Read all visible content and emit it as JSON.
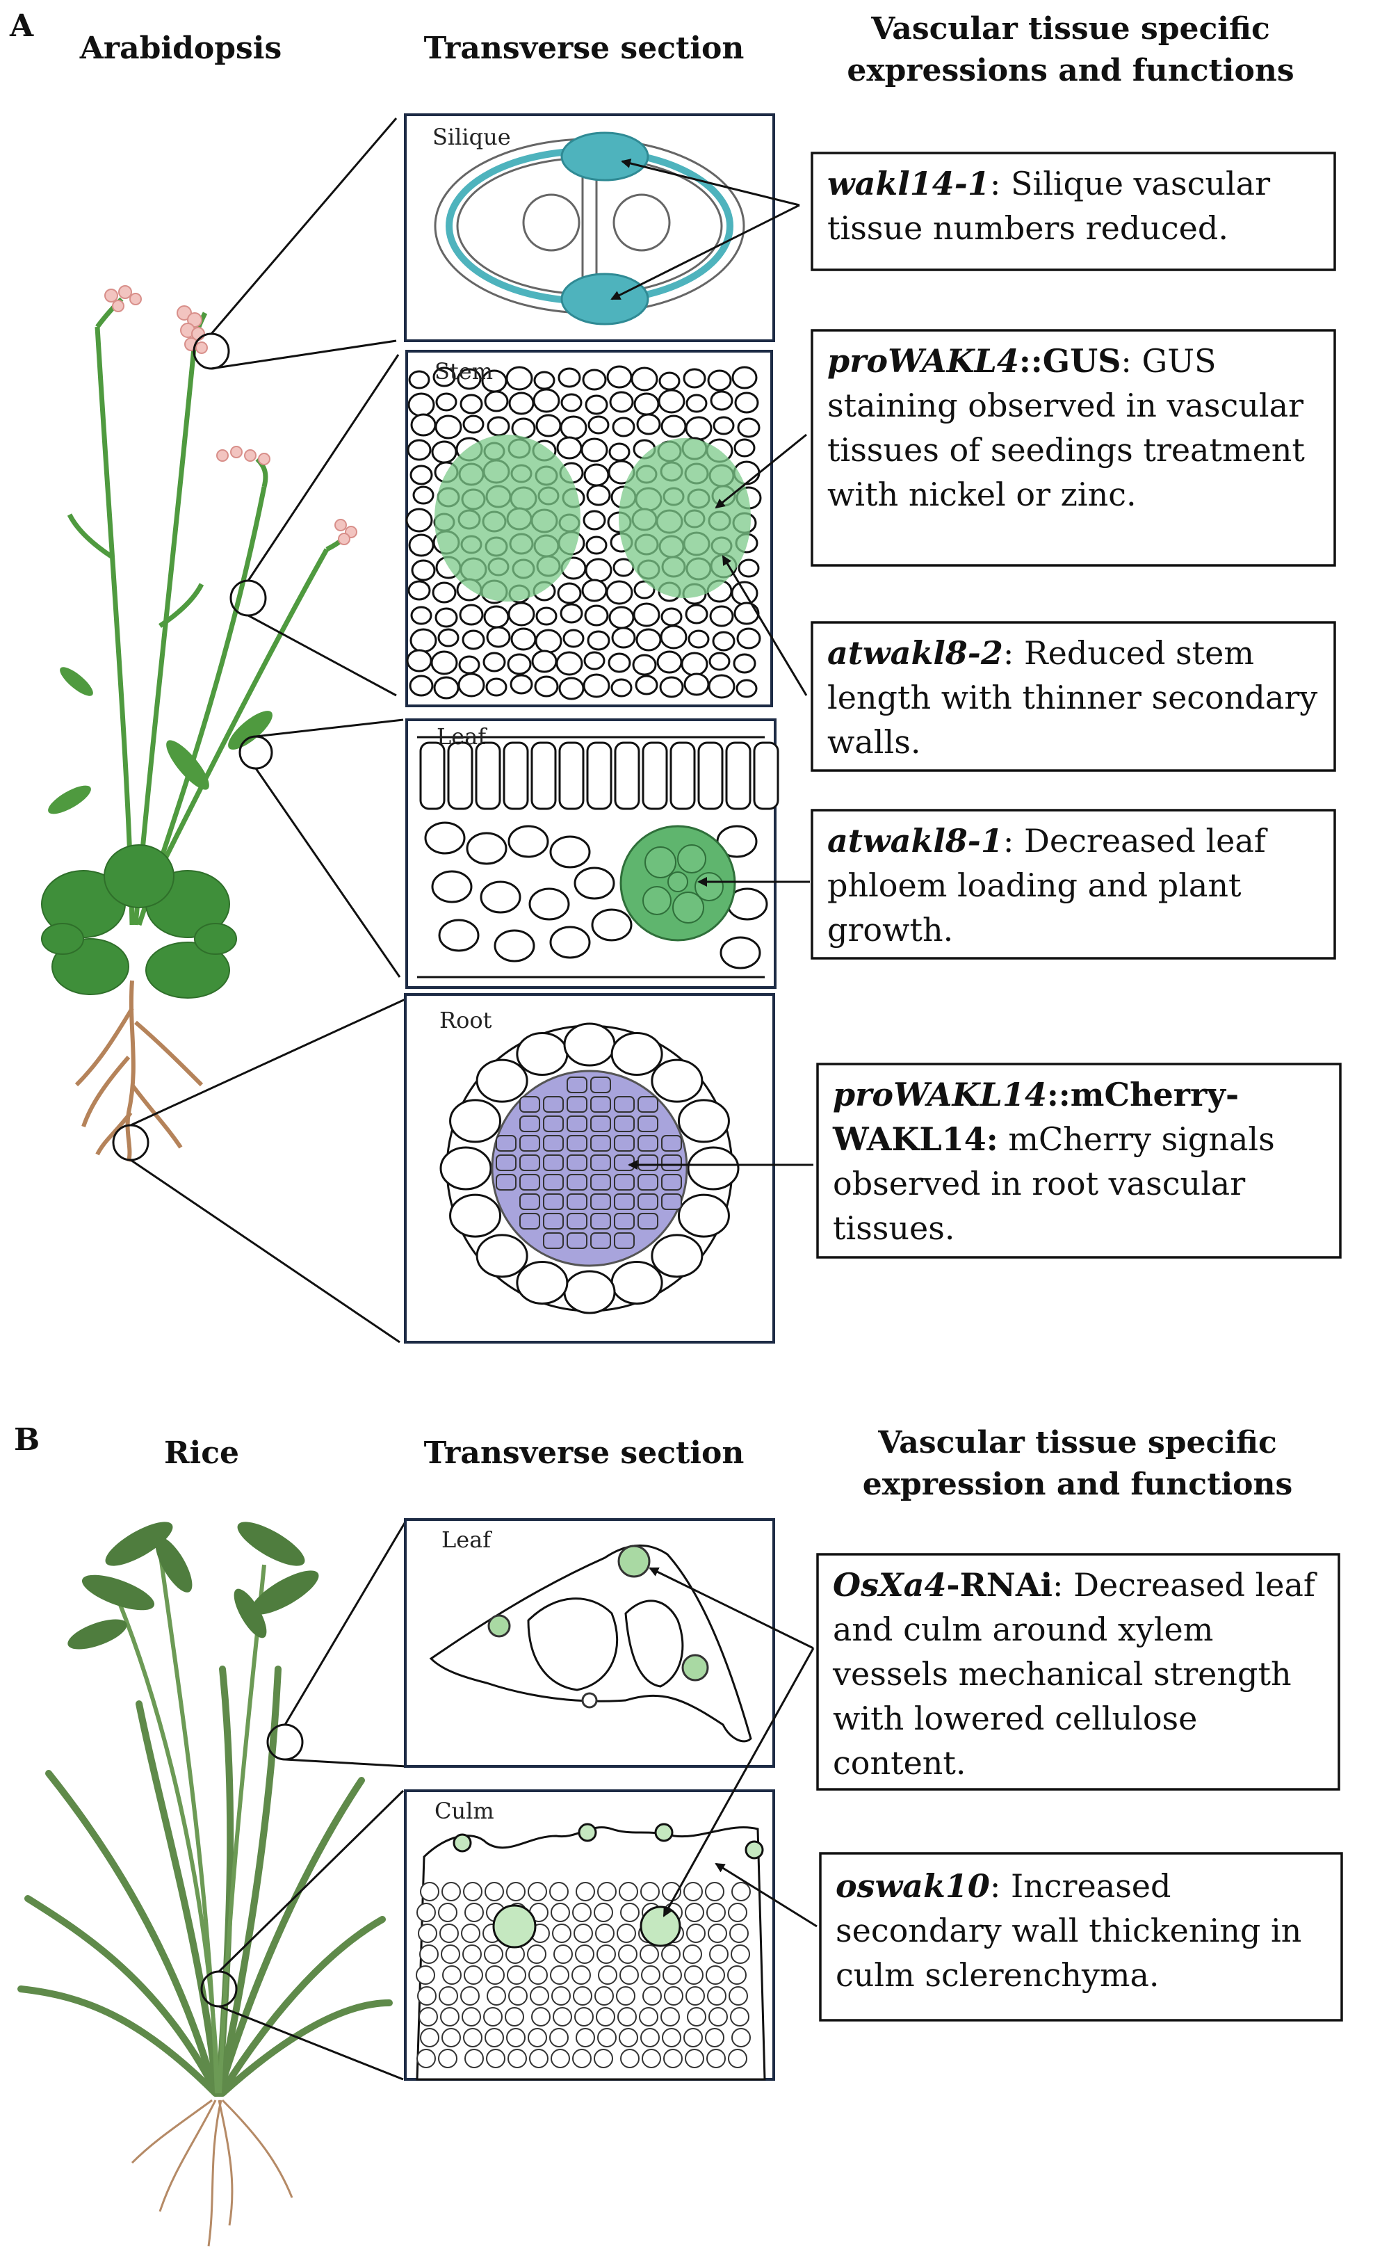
{
  "panel_a": {
    "letter": "A",
    "col_plant": "Arabidopsis",
    "col_section": "Transverse section",
    "col_functions_line1": "Vascular tissue specific",
    "col_functions_line2": "expressions and functions",
    "sections": {
      "silique": "Silique",
      "stem": "Stem",
      "leaf": "Leaf",
      "root": "Root"
    },
    "annotations": {
      "wakl14": {
        "gene": "wakl14-1",
        "line1_rest": ": Silique vascular",
        "line2": "tissue numbers reduced."
      },
      "prowakl4": {
        "gene": "proWAKL4",
        "suffix": "::GUS",
        "line1_rest": ": GUS",
        "line2": "staining observed in vascular",
        "line3": "tissues of seedings treatment",
        "line4": "with nickel or zinc."
      },
      "atwakl8_2": {
        "gene": "atwakl8-2",
        "line1_rest": ": Reduced stem",
        "line2": "length with thinner secondary",
        "line3": "walls."
      },
      "atwakl8_1": {
        "gene": "atwakl8-1",
        "line1_rest": ": Decreased leaf",
        "line2": "phloem loading and plant",
        "line3": "growth."
      },
      "prowakl14": {
        "gene": "proWAKL14",
        "suffix": "::mCherry-",
        "line2_bold": "WAKL14:",
        "line2_rest": " mCherry signals",
        "line3": "observed in root vascular",
        "line4": "tissues."
      }
    }
  },
  "panel_b": {
    "letter": "B",
    "col_plant": "Rice",
    "col_section": "Transverse section",
    "col_functions_line1": "Vascular tissue specific",
    "col_functions_line2": "expression and functions",
    "sections": {
      "leaf": "Leaf",
      "culm": "Culm"
    },
    "annotations": {
      "osxa4": {
        "gene": "OsXa4",
        "suffix": "-RNAi",
        "line1_rest": ": Decreased leaf",
        "line2": "and culm around xylem",
        "line3": "vessels mechanical strength",
        "line4": "with lowered cellulose",
        "line5": "content."
      },
      "oswak10": {
        "gene": "oswak10",
        "line1_rest": ": Increased",
        "line2": "secondary wall thickening in",
        "line3": "culm sclerenchyma."
      }
    }
  },
  "colors": {
    "silique_teal": "#4eb3bd",
    "gus_green": "#7cc98a",
    "leaf_bundle_green": "#5fb56e",
    "root_stele_purple": "#a8a4dc",
    "plant_green": "#4f9a3f",
    "rosette_green": "#3f8f3a",
    "root_brown": "#b5835a",
    "rice_green": "#5f8a4a",
    "box_border": "#1d2b45"
  }
}
